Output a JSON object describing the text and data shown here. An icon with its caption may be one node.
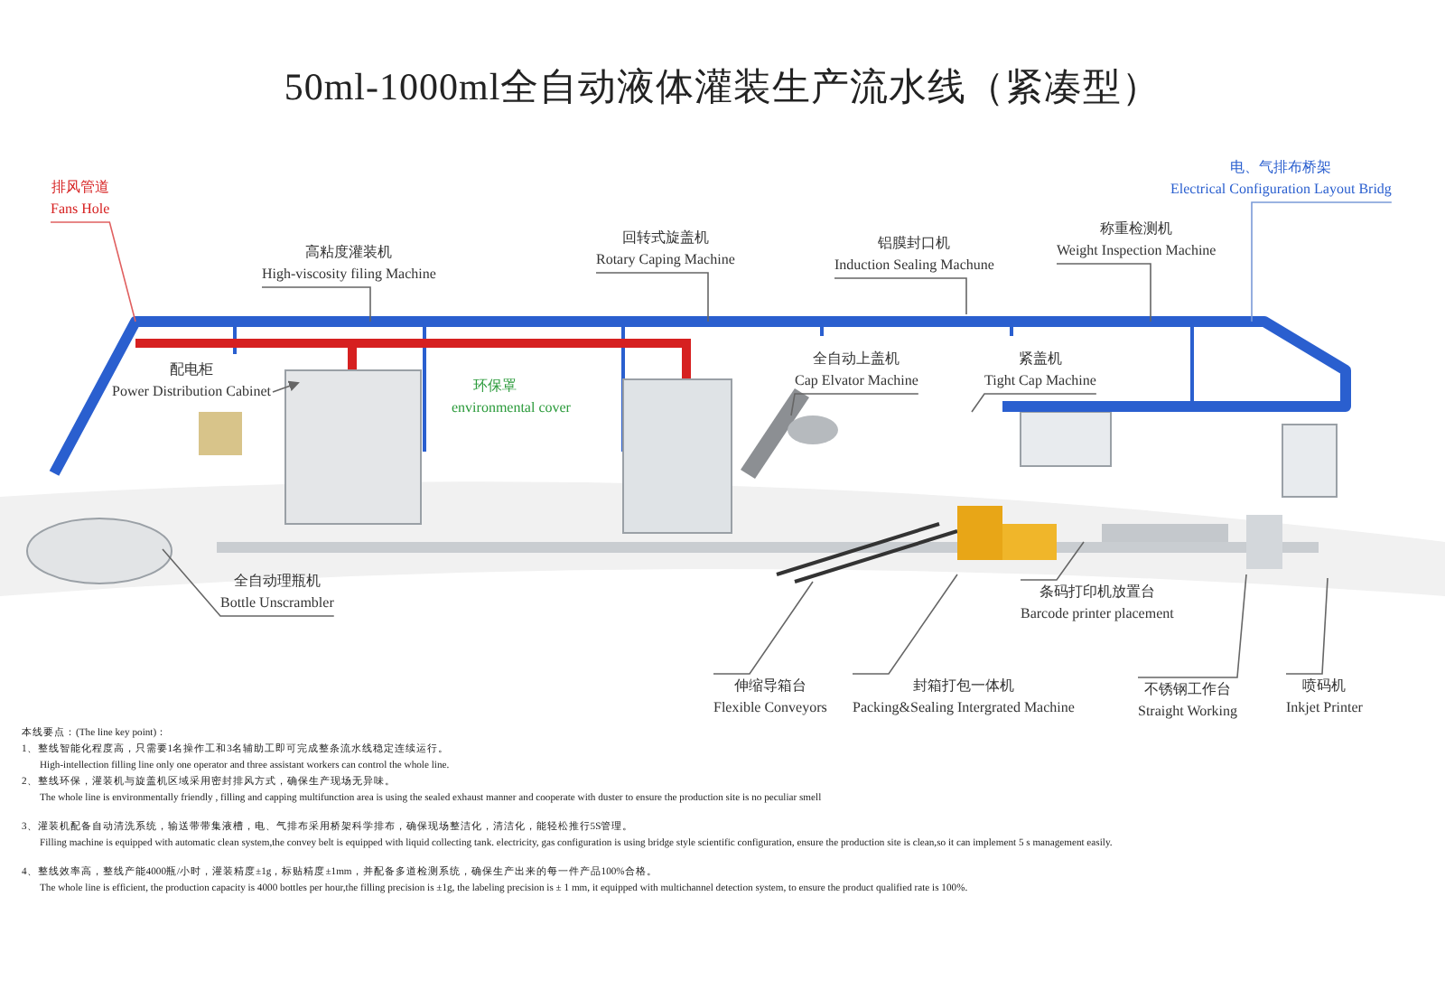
{
  "diagram": {
    "title": "50ml-1000ml全自动液体灌装生产流水线（紧凑型）",
    "nodes": [
      {
        "text": [
          "排风管道",
          "Fans Hole"
        ]
      },
      {
        "text": [
          "高粘度灌装机",
          "High-viscosity filing Machine"
        ]
      },
      {
        "text": [
          "回转式旋盖机",
          "Rotary Caping Machine"
        ]
      },
      {
        "text": [
          "铝膜封口机",
          "Induction Sealing Machune"
        ]
      },
      {
        "text": [
          "称重检测机",
          "Weight Inspection Machine"
        ]
      },
      {
        "text": [
          "电、气排布桥架",
          "Electrical Configuration Layout Bridg"
        ]
      },
      {
        "text": [
          "配电柜",
          "Power Distribution Cabinet"
        ]
      },
      {
        "text": [
          "全自动上盖机",
          "Cap Elvator Machine"
        ]
      },
      {
        "text": [
          "紧盖机",
          "Tight Cap Machine"
        ]
      },
      {
        "text": [
          "全自动理瓶机",
          "Bottle Unscrambler"
        ]
      },
      {
        "text": [
          "条码打印机放置台",
          "Barcode printer placement"
        ]
      },
      {
        "text": [
          "伸缩导箱台",
          "Flexible Conveyors"
        ]
      },
      {
        "text": [
          "封箱打包一体机",
          "Packing&Sealing Intergrated Machine"
        ]
      },
      {
        "text": [
          "不锈钢工作台",
          "Straight Working"
        ]
      },
      {
        "text": [
          "喷码机",
          "Inkjet Printer"
        ]
      }
    ],
    "edges": [
      {
        "from": 0,
        "to": null,
        "arrow": "none",
        "color": "#e06060"
      },
      {
        "from": 1,
        "to": null,
        "arrow": "none"
      },
      {
        "from": 2,
        "to": null,
        "arrow": "none"
      },
      {
        "from": 3,
        "to": null,
        "arrow": "none"
      },
      {
        "from": 4,
        "to": null,
        "arrow": "none"
      },
      {
        "from": 5,
        "to": null,
        "arrow": "none",
        "color": "#7a9ad8"
      },
      {
        "from": 6,
        "to": null,
        "arrow": "to"
      },
      {
        "from": 7,
        "to": null,
        "arrow": "none"
      },
      {
        "from": 8,
        "to": null,
        "arrow": "none"
      },
      {
        "from": 9,
        "to": null,
        "arrow": "none"
      },
      {
        "from": 10,
        "to": null,
        "arrow": "none"
      },
      {
        "from": 11,
        "to": null,
        "arrow": "none"
      },
      {
        "from": 12,
        "to": null,
        "arrow": "none"
      },
      {
        "from": 13,
        "to": null,
        "arrow": "none"
      },
      {
        "from": 14,
        "to": null,
        "arrow": "none"
      }
    ],
    "labels": [
      "环保罩",
      "environmental cover",
      "本线要点：(The line key point)：",
      "1、整线智能化程度高，只需要1名操作工和3名辅助工即可完成整条流水线稳定连续运行。",
      "High-intellection filling line only one operator and three assistant workers can control the whole line.",
      "2、整线环保，灌装机与旋盖机区域采用密封排风方式，确保生产现场无异味。",
      "The whole line is environmentally friendly , filling and capping multifunction area is using the sealed exhaust manner and cooperate with duster to ensure the production site is no peculiar smell",
      "3、灌装机配备自动清洗系统，输送带带集液槽，电、气排布采用桥架科学排布，确保现场整洁化，清洁化，能轻松推行5S管理。",
      "Filling machine is equipped with automatic clean system,the convey belt is equipped with liquid collecting tank. electricity, gas configuration is using bridge style scientific configuration, ensure the production site is clean,so it can implement 5 s management easily.",
      "4、整线效率高，整线产能4000瓶/小时，灌装精度±1g，标贴精度±1mm，并配备多道检测系统，确保生产出来的每一件产品100%合格。",
      "The whole line is efficient, the production capacity is 4000 bottles per hour,the filling precision is ±1g, the labeling precision is ± 1 mm, it equipped with multichannel detection system, to ensure the product qualified rate is 100%."
    ]
  }
}
